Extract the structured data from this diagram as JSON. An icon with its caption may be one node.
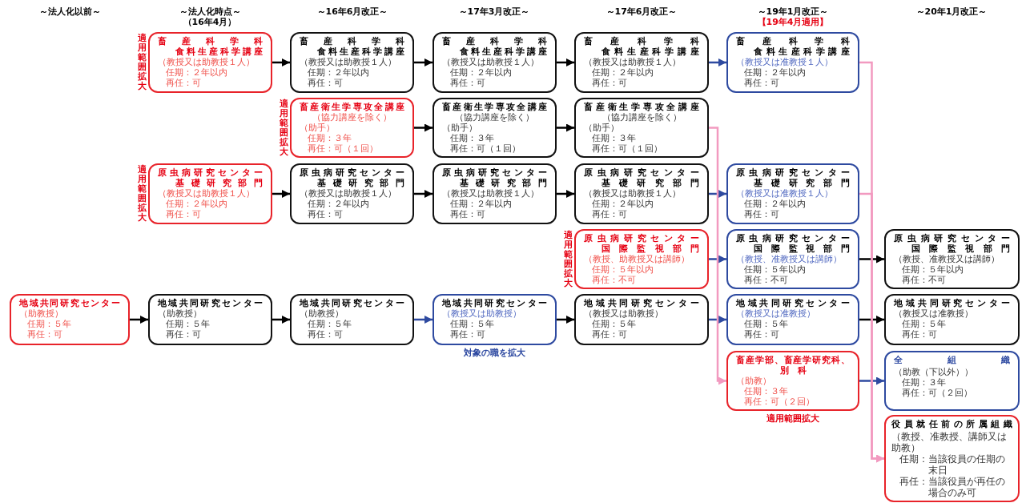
{
  "diagram": {
    "nodes": [
      {
        "text": [
          "地域共同研究センター",
          "（助教授）",
          "任期：５年",
          "再任：可"
        ]
      },
      {
        "text": [
          "畜産科学科",
          "食料生産科学講座",
          "（教授又は助教授１人）",
          "任期：２年以内",
          "再任：可"
        ],
        "beside": [
          "適用範囲拡大"
        ]
      },
      {
        "text": [
          "原虫病研究センター",
          "基礎研究部門",
          "（教授又は助教授１人）",
          "任期：２年以内",
          "再任：可"
        ],
        "beside": [
          "適用範囲拡大"
        ]
      },
      {
        "text": [
          "地域共同研究センター",
          "（助教授）",
          "任期：５年",
          "再任：可"
        ]
      },
      {
        "text": [
          "畜産科学科",
          "食料生産科学講座",
          "（教授又は助教授１人）",
          "任期：２年以内",
          "再任：可"
        ]
      },
      {
        "text": [
          "畜産衛生学専攻全講座",
          "（協力講座を除く）",
          "（助手）",
          "任期：３年",
          "再任：可（１回）"
        ],
        "beside": [
          "適用範囲拡大"
        ]
      },
      {
        "text": [
          "原虫病研究センター",
          "基礎研究部門",
          "（教授又は助教授１人）",
          "任期：２年以内",
          "再任：可"
        ]
      },
      {
        "text": [
          "地域共同研究センター",
          "（助教授）",
          "任期：５年",
          "再任：可"
        ]
      },
      {
        "text": [
          "畜産科学科",
          "食料生産科学講座",
          "（教授又は助教授１人）",
          "任期：２年以内",
          "再任：可"
        ]
      },
      {
        "text": [
          "畜産衛生学専攻全講座",
          "（協力講座を除く）",
          "（助手）",
          "任期：３年",
          "再任：可（１回）"
        ]
      },
      {
        "text": [
          "原虫病研究センター",
          "基礎研究部門",
          "（教授又は助教授１人）",
          "任期：２年以内",
          "再任：可"
        ]
      },
      {
        "text": [
          "地域共同研究センター",
          "（教授又は助教授）",
          "任期：５年",
          "再任：可"
        ],
        "beside": [
          "対象の職を拡大"
        ]
      },
      {
        "text": [
          "畜産科学科",
          "食料生産科学講座",
          "（教授又は助教授１人）",
          "任期：２年以内",
          "再任：可"
        ]
      },
      {
        "text": [
          "畜産衛生学専攻全講座",
          "（協力講座を除く）",
          "（助手）",
          "任期：３年",
          "再任：可（１回）"
        ]
      },
      {
        "text": [
          "原虫病研究センター",
          "基礎研究部門",
          "（教授又は助教授１人）",
          "任期：２年以内",
          "再任：可"
        ]
      },
      {
        "text": [
          "原虫病研究センター",
          "国際監視部門",
          "（教授、助教授又は講師）",
          "任期：５年以内",
          "再任：不可"
        ],
        "beside": [
          "適用範囲拡大"
        ]
      },
      {
        "text": [
          "地域共同研究センター",
          "（教授又は助教授）",
          "任期：５年",
          "再任：可"
        ]
      },
      {
        "text": [
          "畜産科学科",
          "食料生産科学講座",
          "（教授又は准教授１人）",
          "任期：２年以内",
          "再任：可"
        ]
      },
      {
        "text": [
          "原虫病研究センター",
          "基礎研究部門",
          "（教授又は准教授１人）",
          "任期：２年以内",
          "再任：可"
        ]
      },
      {
        "text": [
          "原虫病研究センター",
          "国際監視部門",
          "（教授、准教授又は講師）",
          "任期：５年以内",
          "再任：不可"
        ]
      },
      {
        "text": [
          "地域共同研究センター",
          "（教授又は准教授）",
          "任期：５年",
          "再任：可"
        ]
      },
      {
        "text": [
          "畜産学部、畜産学研究科、",
          "別科",
          "（助教）",
          "任期：３年",
          "再任：可（２回）"
        ],
        "beside": [
          "適用範囲拡大"
        ]
      },
      {
        "text": [
          "原虫病研究センター",
          "国際監視部門",
          "（教授、准教授又は講師）",
          "任期：５年以内",
          "再任：不可"
        ]
      },
      {
        "text": [
          "地域共同研究センター",
          "（教授又は准教授）",
          "任期：５年",
          "再任：可"
        ]
      },
      {
        "text": [
          "全組織",
          "（助教（下以外））",
          "任期：３年",
          "再任：可（２回）"
        ]
      },
      {
        "text": [
          "役員就任前の所属組織",
          "（教授、准教授、講師又は助教）",
          "任期：当該役員の任期の末日",
          "再任：当該役員が再任の場合のみ可"
        ]
      }
    ],
    "edges": [
      {
        "from": 0,
        "to": 3,
        "arrow": "to"
      },
      {
        "from": 1,
        "to": 4,
        "arrow": "to"
      },
      {
        "from": 2,
        "to": 6,
        "arrow": "to"
      },
      {
        "from": 3,
        "to": 7,
        "arrow": "to"
      },
      {
        "from": 4,
        "to": 8,
        "arrow": "to"
      },
      {
        "from": 5,
        "to": 9,
        "arrow": "to"
      },
      {
        "from": 6,
        "to": 10,
        "arrow": "to"
      },
      {
        "from": 7,
        "to": 11,
        "arrow": "to",
        "color": "#2e4aa0"
      },
      {
        "from": 8,
        "to": 12,
        "arrow": "to"
      },
      {
        "from": 9,
        "to": 13,
        "arrow": "to"
      },
      {
        "from": 10,
        "to": 14,
        "arrow": "to"
      },
      {
        "from": 11,
        "to": 16,
        "arrow": "to"
      },
      {
        "from": 12,
        "to": 17,
        "arrow": "to",
        "color": "#2e4aa0"
      },
      {
        "from": 14,
        "to": 18,
        "arrow": "to",
        "color": "#2e4aa0"
      },
      {
        "from": 15,
        "to": 19,
        "arrow": "to",
        "color": "#2e4aa0"
      },
      {
        "from": 16,
        "to": 20,
        "arrow": "to",
        "color": "#2e4aa0"
      },
      {
        "from": 13,
        "to": 21,
        "arrow": "to",
        "color": "#f29ac0"
      },
      {
        "from": 19,
        "to": 22,
        "arrow": "to"
      },
      {
        "from": 20,
        "to": 23,
        "arrow": "to"
      },
      {
        "from": 21,
        "to": 24,
        "arrow": "to",
        "color": "#2e4aa0"
      },
      {
        "from": 17,
        "to": 25,
        "arrow": "to",
        "color": "#f29ac0"
      },
      {
        "from": 18,
        "to": 25,
        "arrow": "to",
        "color": "#f29ac0"
      }
    ],
    "labels": [
      "～法人化以前～",
      "～法人化時点～",
      "（16年4月）",
      "～16年6月改正～",
      "～17年3月改正～",
      "～17年6月改正～",
      "～19年1月改正～",
      "【19年4月適用】",
      "～20年1月改正～"
    ]
  }
}
